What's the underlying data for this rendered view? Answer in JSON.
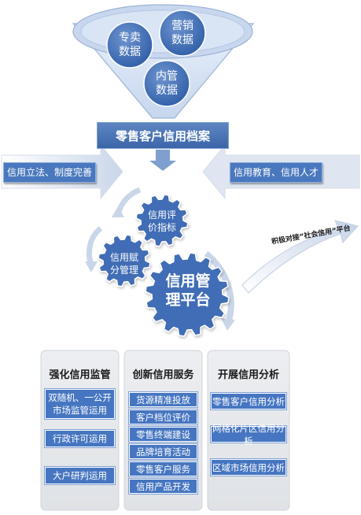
{
  "funnel": {
    "circles": [
      {
        "line1": "专卖",
        "line2": "数据"
      },
      {
        "line1": "营销",
        "line2": "数据"
      },
      {
        "line1": "内管",
        "line2": "数据"
      }
    ]
  },
  "banner": {
    "label": "零售客户信用档案"
  },
  "left_box": {
    "label": "信用立法、制度完善"
  },
  "right_box": {
    "label": "信用教育、信用人才"
  },
  "gears": {
    "small_top": {
      "line1": "信用评",
      "line2": "价指标"
    },
    "small_left": {
      "line1": "信用赋",
      "line2": "分管理"
    },
    "large": {
      "line1": "信用管",
      "line2": "理平台"
    }
  },
  "arrow_label": "积极对接“社会信用”平台",
  "columns": [
    {
      "title": "强化信用监管",
      "items": [
        "双随机、一公开市场监管运用",
        "行政许可运用",
        "大户研判运用"
      ]
    },
    {
      "title": "创新信用服务",
      "items": [
        "货源精准投放",
        "客户档位评价",
        "零售终端建设",
        "品牌培育活动",
        "零售客户服务",
        "信用产品开发"
      ]
    },
    {
      "title": "开展信用分析",
      "items": [
        "零售客户信用分析",
        "网格化片区信用分析",
        "区域市场信用分析"
      ]
    }
  ],
  "colors": {
    "accent": "#3f6db5",
    "panel": "#e6e8ec"
  }
}
